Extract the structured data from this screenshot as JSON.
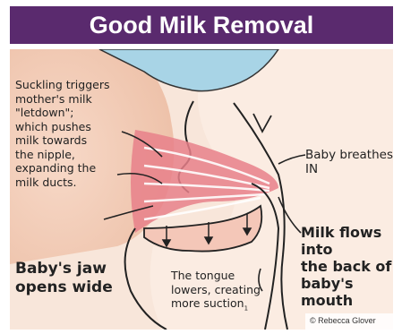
{
  "header": {
    "title": "Good Milk Removal"
  },
  "labels": {
    "suckling": [
      "Suckling triggers",
      "mother's milk",
      "\"letdown\";",
      "which pushes",
      "milk towards",
      "the nipple,",
      "expanding the",
      "milk ducts."
    ],
    "breathes": "Baby breathes IN",
    "milk_flows": [
      "Milk flows into",
      "the back of",
      "baby's mouth"
    ],
    "jaw": [
      "Baby's jaw",
      "opens wide"
    ],
    "tongue": [
      "The tongue",
      "lowers, creating",
      "more suction"
    ],
    "tongue_sub": "1",
    "copyright": "© Rebecca Glover"
  },
  "colors": {
    "title_bg": "#5a2a6e",
    "title_text": "#ffffff",
    "nose_blue": "#a8d4e6",
    "milk_ducts": "#e8808a",
    "skin": "#f6dccb",
    "breast": "#f2c9b3"
  }
}
